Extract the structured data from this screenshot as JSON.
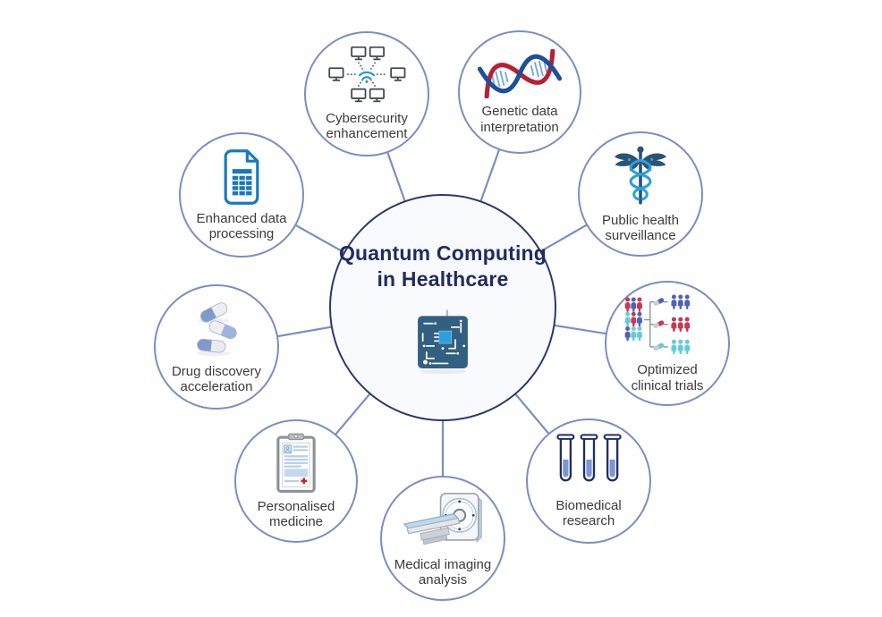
{
  "diagram": {
    "hub": {
      "label": "Quantum Computing\nin Healthcare",
      "icon": "quantum-chip-icon"
    },
    "nodes": [
      {
        "label": "Cybersecurity\nenhancement",
        "icon": "computer-network-icon"
      },
      {
        "label": "Genetic data\ninterpretation",
        "icon": "dna-helix-icon"
      },
      {
        "label": "Public health\nsurveillance",
        "icon": "caduceus-icon"
      },
      {
        "label": "Optimized\nclinical trials",
        "icon": "trial-groups-icon"
      },
      {
        "label": "Biomedical\nresearch",
        "icon": "test-tubes-icon"
      },
      {
        "label": "Medical imaging\nanalysis",
        "icon": "ct-scanner-icon"
      },
      {
        "label": "Personalised\nmedicine",
        "icon": "medical-clipboard-icon"
      },
      {
        "label": "Drug discovery\nacceleration",
        "icon": "capsule-pills-icon"
      },
      {
        "label": "Enhanced data\nprocessing",
        "icon": "spreadsheet-document-icon"
      }
    ],
    "colors": {
      "background": "#ffffff",
      "hub_fill": "#f8fafd",
      "hub_border": "#2c3969",
      "hub_text": "#212c5f",
      "node_border": "#7b8ec1",
      "node_fill": "#ffffff",
      "connector": "#7b8ec1",
      "label_text": "#3b3b3b",
      "wifi_blue": "#2a9ad4",
      "dna_red": "#b81f33",
      "dna_blue": "#1e4f97",
      "caduceus_dark": "#2a5474",
      "caduceus_snake": "#2e9fd9",
      "trial_blue": "#4f62b5",
      "trial_red": "#c23a58",
      "trial_teal": "#67cbd6",
      "tube_outline": "#20305f",
      "tube_liquid": "#7e95d6",
      "chip_body": "#336080",
      "chip_core": "#2f9fdb",
      "document_blue": "#1879bd",
      "capsule_blue": "#8099cc"
    }
  }
}
